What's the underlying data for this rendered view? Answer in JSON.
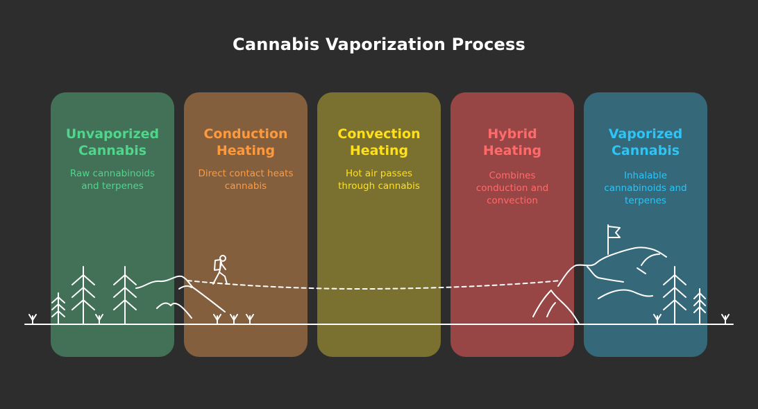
{
  "title": "Cannabis Vaporization Process",
  "stages": [
    {
      "title_line1": "Unvaporized",
      "title_line2": "Cannabis",
      "desc_lines": [
        "Raw cannabinoids",
        "and terpenes"
      ],
      "bg": "#427158",
      "color": "#4fd68a"
    },
    {
      "title_line1": "Conduction",
      "title_line2": "Heating",
      "desc_lines": [
        "Direct contact heats",
        "cannabis"
      ],
      "bg": "#845f3e",
      "color": "#ff9a3c"
    },
    {
      "title_line1": "Convection",
      "title_line2": "Heating",
      "desc_lines": [
        "Hot air passes",
        "through cannabis"
      ],
      "bg": "#7a7131",
      "color": "#ffe01a"
    },
    {
      "title_line1": "Hybrid",
      "title_line2": "Heating",
      "desc_lines": [
        "Combines",
        "conduction and",
        "convection"
      ],
      "bg": "#984545",
      "color": "#ff6b6b"
    },
    {
      "title_line1": "Vaporized",
      "title_line2": "Cannabis",
      "desc_lines": [
        "Inhalable",
        "cannabinoids and",
        "terpenes"
      ],
      "bg": "#356879",
      "color": "#2ec4f5"
    }
  ],
  "colors": {
    "background": "#2d2d2d",
    "line": "#ffffff"
  }
}
